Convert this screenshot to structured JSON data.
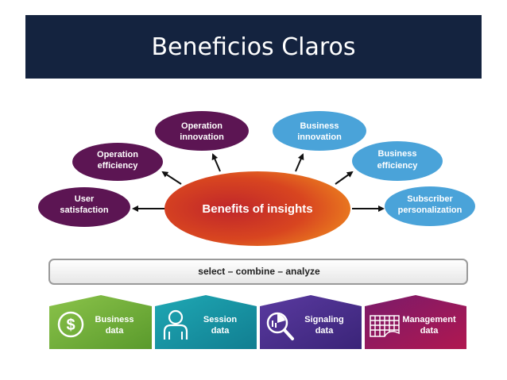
{
  "title": "Beneficios Claros",
  "center": {
    "label": "Benefits of insights"
  },
  "benefits": {
    "operation_innovation": [
      "Operation",
      "innovation"
    ],
    "operation_efficiency": [
      "Operation",
      "efficiency"
    ],
    "user_satisfaction": [
      "User",
      "satisfaction"
    ],
    "business_innovation": [
      "Business",
      "innovation"
    ],
    "business_efficiency": [
      "Business",
      "efficiency"
    ],
    "subscriber_personalization": [
      "Subscriber",
      "personalization"
    ]
  },
  "process_bar": {
    "label": "select – combine – analyze"
  },
  "data_sources": {
    "business": {
      "lines": [
        "Business",
        "data"
      ],
      "icon": "dollar-icon"
    },
    "session": {
      "lines": [
        "Session",
        "data"
      ],
      "icon": "user-icon"
    },
    "signaling": {
      "lines": [
        "Signaling",
        "data"
      ],
      "icon": "magnifier-chart-icon"
    },
    "management": {
      "lines": [
        "Management",
        "data"
      ],
      "icon": "grid-icon"
    }
  },
  "colors": {
    "title_bg": "#14233f",
    "purple_bubble": "#5c1553",
    "blue_bubble": "#4aa3d9",
    "business_data": "#7cb342",
    "session_data": "#1a95a6",
    "signaling_data": "#47308a",
    "management_data": "#8a1b5e"
  }
}
